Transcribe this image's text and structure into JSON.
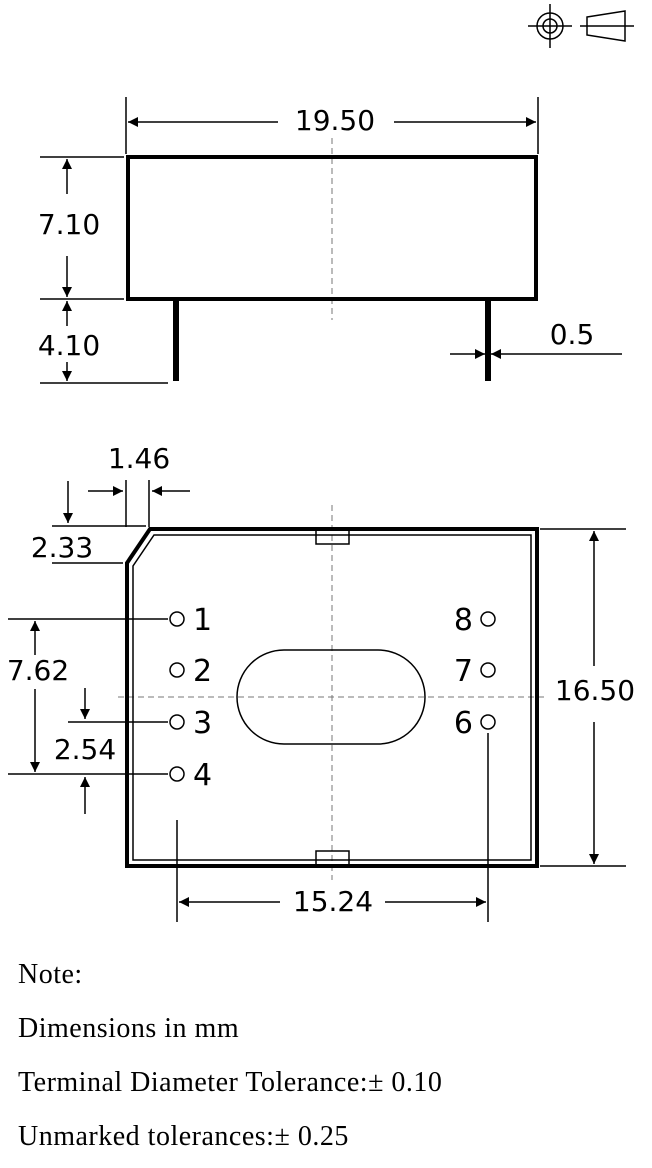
{
  "side_view": {
    "width": "19.50",
    "height": "7.10",
    "pin_length": "4.10",
    "pin_diameter": "0.5"
  },
  "bottom_view": {
    "corner_x": "1.46",
    "corner_y": "2.33",
    "row_span": "7.62",
    "pitch": "2.54",
    "height": "16.50",
    "column_span": "15.24",
    "pins_left": [
      "1",
      "2",
      "3",
      "4"
    ],
    "pins_right": [
      "8",
      "7",
      "6"
    ]
  },
  "notes": {
    "title": "Note:",
    "line1": "Dimensions in mm",
    "line2": "Terminal Diameter Tolerance:± 0.10",
    "line3": "Unmarked tolerances:± 0.25"
  }
}
